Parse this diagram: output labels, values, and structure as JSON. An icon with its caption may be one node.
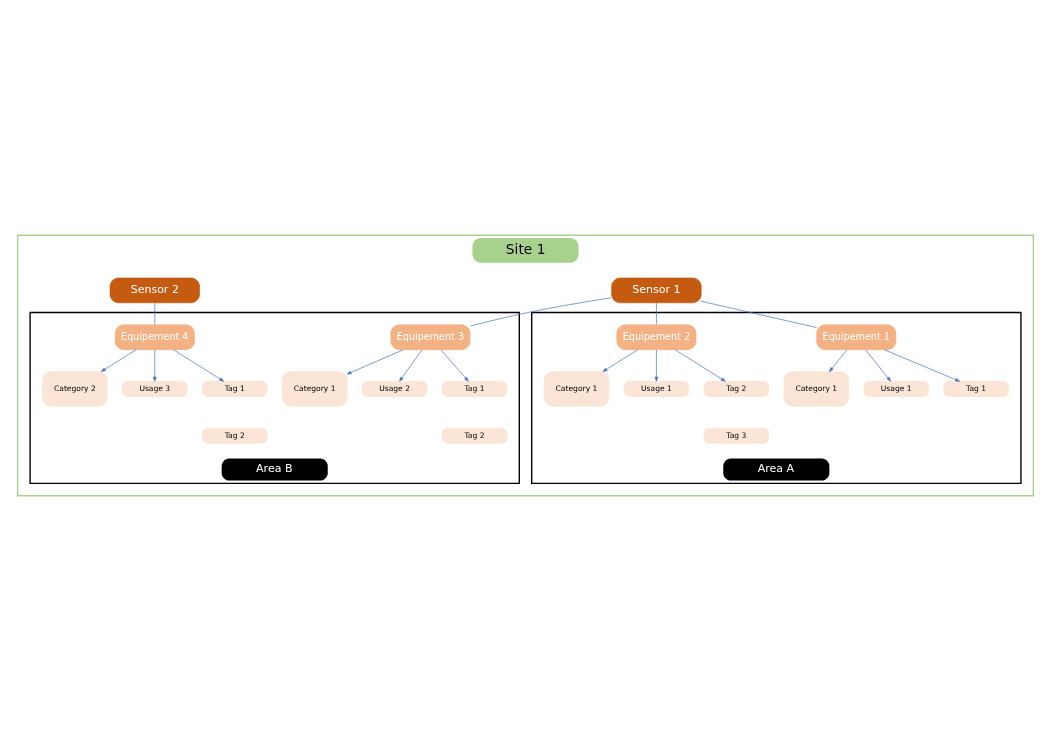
{
  "diagram": {
    "nodes": [
      {
        "text": [
          "Site 1"
        ]
      },
      {
        "text": [
          "Sensor 1"
        ],
        "in": 0
      },
      {
        "text": [
          "Sensor 2"
        ],
        "in": 0
      },
      {
        "text": [
          "Area A"
        ],
        "in": 0
      },
      {
        "text": [
          "Equipement 1"
        ],
        "in": 3
      },
      {
        "text": [
          "Category 1"
        ],
        "in": 3
      },
      {
        "text": [
          "Usage 1"
        ],
        "in": 3
      },
      {
        "text": [
          "Tag 1"
        ],
        "in": 3
      },
      {
        "text": [
          "Equipement 2"
        ],
        "in": 3
      },
      {
        "text": [
          "Category 1"
        ],
        "in": 3
      },
      {
        "text": [
          "Usage 1"
        ],
        "in": 3
      },
      {
        "text": [
          "Tag 2"
        ],
        "in": 3
      },
      {
        "text": [
          "Tag 3"
        ],
        "in": 3
      },
      {
        "text": [
          "Area B"
        ],
        "in": 0
      },
      {
        "text": [
          "Equipement 3"
        ],
        "in": 13
      },
      {
        "text": [
          "Category 1"
        ],
        "in": 13
      },
      {
        "text": [
          "Usage 2"
        ],
        "in": 13
      },
      {
        "text": [
          "Tag 1"
        ],
        "in": 13
      },
      {
        "text": [
          "Tag 2"
        ],
        "in": 13
      },
      {
        "text": [
          "Equipement 4"
        ],
        "in": 13
      },
      {
        "text": [
          "Category 2"
        ],
        "in": 13
      },
      {
        "text": [
          "Usage 3"
        ],
        "in": 13
      },
      {
        "text": [
          "Tag 1"
        ],
        "in": 13
      },
      {
        "text": [
          "Tag 2"
        ],
        "in": 13
      }
    ],
    "edges": [
      {
        "from": 1,
        "to": 4,
        "arrow": "none"
      },
      {
        "from": 1,
        "to": 8,
        "arrow": "none"
      },
      {
        "from": 1,
        "to": 14,
        "arrow": "none"
      },
      {
        "from": 2,
        "to": 19,
        "arrow": "none"
      },
      {
        "from": 4,
        "to": 5,
        "arrow": "to"
      },
      {
        "from": 4,
        "to": 6,
        "arrow": "to"
      },
      {
        "from": 4,
        "to": 7,
        "arrow": "to"
      },
      {
        "from": 8,
        "to": 9,
        "arrow": "to"
      },
      {
        "from": 8,
        "to": 10,
        "arrow": "to"
      },
      {
        "from": 8,
        "to": 11,
        "arrow": "to"
      },
      {
        "from": 14,
        "to": 15,
        "arrow": "to"
      },
      {
        "from": 14,
        "to": 16,
        "arrow": "to"
      },
      {
        "from": 14,
        "to": 17,
        "arrow": "to"
      },
      {
        "from": 19,
        "to": 20,
        "arrow": "to"
      },
      {
        "from": 19,
        "to": 21,
        "arrow": "to"
      },
      {
        "from": 19,
        "to": 22,
        "arrow": "to"
      }
    ]
  }
}
